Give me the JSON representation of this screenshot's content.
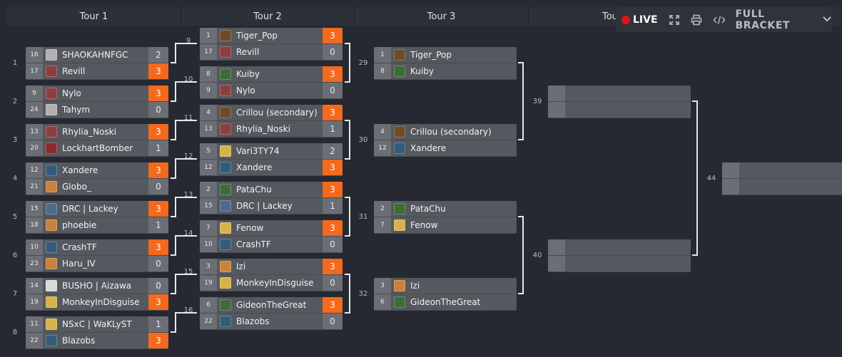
{
  "headers": [
    "Tour 1",
    "Tour 2",
    "Tour 3",
    "Tou"
  ],
  "toolbar": {
    "live": "LIVE",
    "full_bracket": "FULL BRACKET"
  },
  "round1": [
    {
      "num": "1",
      "p1": {
        "seed": "16",
        "name": "SHAOKAHNFGC",
        "score": "2"
      },
      "p2": {
        "seed": "17",
        "name": "Revill",
        "score": "3"
      },
      "winner": 2
    },
    {
      "num": "2",
      "p1": {
        "seed": "9",
        "name": "Nylo",
        "score": "3"
      },
      "p2": {
        "seed": "24",
        "name": "Tahym",
        "score": "0"
      },
      "winner": 1
    },
    {
      "num": "3",
      "p1": {
        "seed": "13",
        "name": "Rhylia_Noski",
        "score": "3"
      },
      "p2": {
        "seed": "20",
        "name": "LockhartBomber",
        "score": "1"
      },
      "winner": 1
    },
    {
      "num": "4",
      "p1": {
        "seed": "12",
        "name": "Xandere",
        "score": "3"
      },
      "p2": {
        "seed": "21",
        "name": "Globo_",
        "score": "0"
      },
      "winner": 1
    },
    {
      "num": "5",
      "p1": {
        "seed": "15",
        "name": "DRC | Lackey",
        "score": "3"
      },
      "p2": {
        "seed": "18",
        "name": "phoebie",
        "score": "1"
      },
      "winner": 1
    },
    {
      "num": "6",
      "p1": {
        "seed": "10",
        "name": "CrashTF",
        "score": "3"
      },
      "p2": {
        "seed": "23",
        "name": "Haru_IV",
        "score": "0"
      },
      "winner": 1
    },
    {
      "num": "7",
      "p1": {
        "seed": "14",
        "name": "BUSHO | Aizawa",
        "score": "0"
      },
      "p2": {
        "seed": "19",
        "name": "MonkeyInDisguise",
        "score": "3"
      },
      "winner": 2
    },
    {
      "num": "8",
      "p1": {
        "seed": "11",
        "name": "NSxC | WaKLyST",
        "score": "1"
      },
      "p2": {
        "seed": "22",
        "name": "Blazobs",
        "score": "3"
      },
      "winner": 2
    }
  ],
  "round2": [
    {
      "num": "9",
      "p1": {
        "seed": "1",
        "name": "Tiger_Pop",
        "score": "3"
      },
      "p2": {
        "seed": "17",
        "name": "Revill",
        "score": "0"
      },
      "winner": 1
    },
    {
      "num": "10",
      "p1": {
        "seed": "8",
        "name": "Kuiby",
        "score": "3"
      },
      "p2": {
        "seed": "9",
        "name": "Nylo",
        "score": "0"
      },
      "winner": 1
    },
    {
      "num": "11",
      "p1": {
        "seed": "4",
        "name": "Crillou (secondary)",
        "score": "3"
      },
      "p2": {
        "seed": "13",
        "name": "Rhylia_Noski",
        "score": "1"
      },
      "winner": 1
    },
    {
      "num": "12",
      "p1": {
        "seed": "5",
        "name": "Vari3TY74",
        "score": "2"
      },
      "p2": {
        "seed": "12",
        "name": "Xandere",
        "score": "3"
      },
      "winner": 2
    },
    {
      "num": "13",
      "p1": {
        "seed": "2",
        "name": "PataChu",
        "score": "3"
      },
      "p2": {
        "seed": "15",
        "name": "DRC | Lackey",
        "score": "1"
      },
      "winner": 1
    },
    {
      "num": "14",
      "p1": {
        "seed": "7",
        "name": "Fenow",
        "score": "3"
      },
      "p2": {
        "seed": "10",
        "name": "CrashTF",
        "score": "0"
      },
      "winner": 1
    },
    {
      "num": "15",
      "p1": {
        "seed": "3",
        "name": "Izi",
        "score": "3"
      },
      "p2": {
        "seed": "19",
        "name": "MonkeyInDisguise",
        "score": "0"
      },
      "winner": 1
    },
    {
      "num": "16",
      "p1": {
        "seed": "6",
        "name": "GideonTheGreat",
        "score": "3"
      },
      "p2": {
        "seed": "22",
        "name": "Blazobs",
        "score": "0"
      },
      "winner": 1
    }
  ],
  "round3": [
    {
      "num": "29",
      "p1": {
        "seed": "1",
        "name": "Tiger_Pop"
      },
      "p2": {
        "seed": "8",
        "name": "Kuiby"
      }
    },
    {
      "num": "30",
      "p1": {
        "seed": "4",
        "name": "Crillou (secondary)"
      },
      "p2": {
        "seed": "12",
        "name": "Xandere"
      }
    },
    {
      "num": "31",
      "p1": {
        "seed": "2",
        "name": "PataChu"
      },
      "p2": {
        "seed": "7",
        "name": "Fenow"
      }
    },
    {
      "num": "32",
      "p1": {
        "seed": "3",
        "name": "Izi"
      },
      "p2": {
        "seed": "6",
        "name": "GideonTheGreat"
      }
    }
  ],
  "round4": [
    {
      "num": "39"
    },
    {
      "num": "40"
    }
  ],
  "round5": [
    {
      "num": "44"
    }
  ],
  "colors": {
    "win": "#f3691e",
    "bg": "#262931",
    "cell": "#55585f",
    "seed": "#6b6e75"
  },
  "icons": {
    "live": "red-dot-icon",
    "fullscreen": "expand-icon",
    "print": "printer-icon",
    "embed": "code-icon",
    "dropdown": "chevron-down-icon"
  }
}
